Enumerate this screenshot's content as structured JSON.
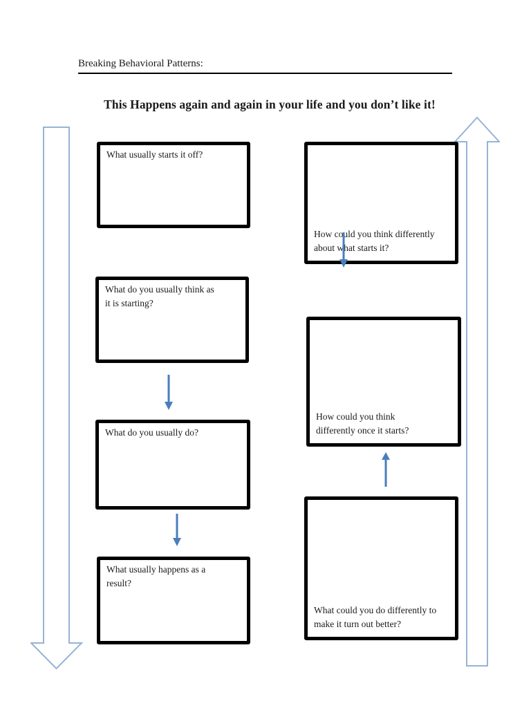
{
  "page": {
    "title": "Breaking Behavioral Patterns:",
    "heading": "This Happens again and again in your life and you don’t like it!"
  },
  "flow": {
    "left_boxes": [
      {
        "text": "What usually starts it off?"
      },
      {
        "text": "What do you usually think as\nit is starting?"
      },
      {
        "text": "What do you usually do?"
      },
      {
        "text": "What usually happens as a\nresult?"
      }
    ],
    "right_boxes": [
      {
        "text": "How could you think differently\nabout what starts it?"
      },
      {
        "text": "How could you think\ndifferently once it starts?"
      },
      {
        "text": "What could you do differently to\nmake it turn out better?"
      }
    ]
  },
  "icons": {
    "large_left": "large-down-arrow",
    "large_right": "large-up-arrow",
    "connectors": [
      "down-arrow",
      "down-arrow",
      "down-arrow",
      "up-arrow"
    ]
  },
  "colors": {
    "page_background": "#ffffff",
    "box_border": "#000000",
    "small_arrow_blue": "#4a7ebb",
    "large_arrow_outline": "#95b3d7"
  }
}
